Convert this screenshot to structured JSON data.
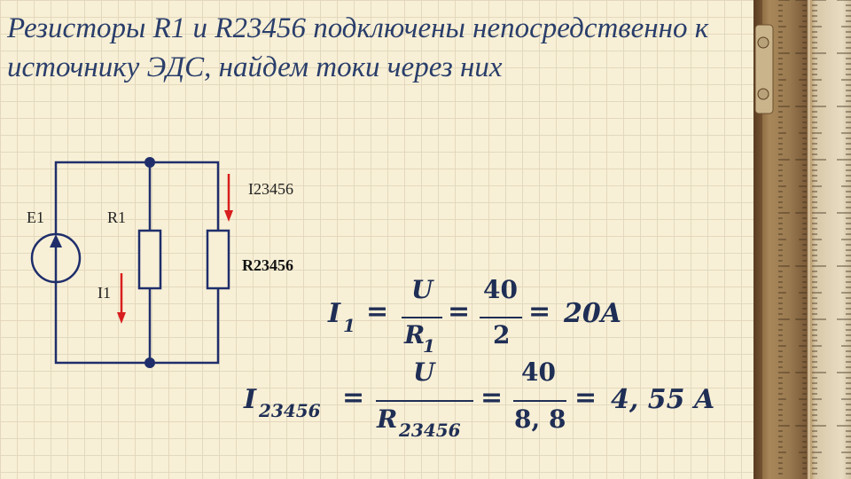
{
  "slide": {
    "title": "Резисторы R1 и R23456 подключены непосредственно к источнику ЭДС, найдем токи через них"
  },
  "circuit": {
    "source_label": "E1",
    "resistor1_label": "R1",
    "resistor2_label": "R23456",
    "current1_label": "I1",
    "current2_label": "I23456"
  },
  "equations": {
    "eq1": {
      "lhs_var": "I",
      "lhs_sub": "1",
      "eq_sign": "=",
      "frac1_num": "U",
      "frac1_den_var": "R",
      "frac1_den_sub": "1",
      "frac2_num": "40",
      "frac2_den": "2",
      "result": "20A"
    },
    "eq2": {
      "lhs_var": "I",
      "lhs_sub": "23456",
      "eq_sign": "=",
      "frac1_num": "U",
      "frac1_den_var": "R",
      "frac1_den_sub": "23456",
      "frac2_num": "40",
      "frac2_den": "8, 8",
      "result": "4, 55 A"
    }
  },
  "colors": {
    "circuit_line": "#1f2e6b",
    "current_arrow": "#d81e1e",
    "title_text": "#2a3e6b"
  }
}
